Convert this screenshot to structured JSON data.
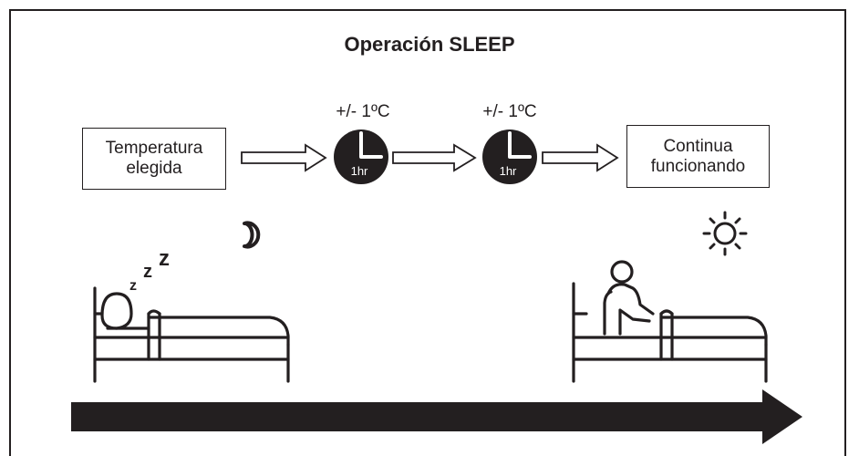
{
  "title": "Operación SLEEP",
  "start_box": {
    "line1": "Temperatura",
    "line2": "elegida"
  },
  "end_box": {
    "line1": "Continua",
    "line2": "funcionando"
  },
  "steps": [
    {
      "change": "+/- 1ºC",
      "duration": "1hr"
    },
    {
      "change": "+/- 1ºC",
      "duration": "1hr"
    }
  ],
  "sleep_symbol": "zzZ",
  "colors": {
    "ink": "#231f20",
    "background": "#ffffff"
  },
  "icons": [
    "moon-icon",
    "sun-icon",
    "clock-icon",
    "sleeping-person-icon",
    "waking-person-icon",
    "timeline-arrow-icon"
  ]
}
